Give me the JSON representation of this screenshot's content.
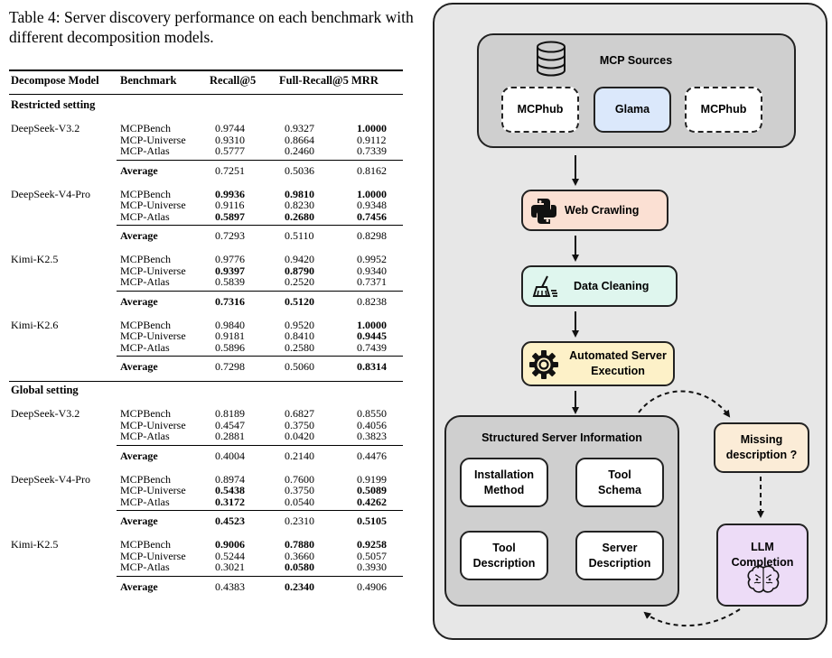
{
  "caption": "Table 4: Server discovery performance on each benchmark with different decomposition models.",
  "table": {
    "headers": [
      "Decompose Model",
      "Benchmark",
      "Recall@5",
      "Full-Recall@5",
      "MRR"
    ],
    "sections": [
      {
        "label": "Restricted setting",
        "groups": [
          {
            "model": "DeepSeek-V3.2",
            "rows": [
              [
                "MCPBench",
                "0.9744",
                "0.9327",
                "1.0000"
              ],
              [
                "MCP-Universe",
                "0.9310",
                "0.8664",
                "0.9112"
              ],
              [
                "MCP-Atlas",
                "0.5777",
                "0.2460",
                "0.7339"
              ]
            ],
            "average": [
              "Average",
              "0.7251",
              "0.5036",
              "0.8162"
            ]
          },
          {
            "model": "DeepSeek-V4-Pro",
            "rows": [
              [
                "MCPBench",
                "0.9936",
                "0.9810",
                "1.0000"
              ],
              [
                "MCP-Universe",
                "0.9116",
                "0.8230",
                "0.9348"
              ],
              [
                "MCP-Atlas",
                "0.5897",
                "0.2680",
                "0.7456"
              ]
            ],
            "average": [
              "Average",
              "0.7293",
              "0.5110",
              "0.8298"
            ]
          },
          {
            "model": "Kimi-K2.5",
            "rows": [
              [
                "MCPBench",
                "0.9776",
                "0.9420",
                "0.9952"
              ],
              [
                "MCP-Universe",
                "0.9397",
                "0.8790",
                "0.9340"
              ],
              [
                "MCP-Atlas",
                "0.5839",
                "0.2520",
                "0.7371"
              ]
            ],
            "average": [
              "Average",
              "0.7316",
              "0.5120",
              "0.8238"
            ]
          },
          {
            "model": "Kimi-K2.6",
            "rows": [
              [
                "MCPBench",
                "0.9840",
                "0.9520",
                "1.0000"
              ],
              [
                "MCP-Universe",
                "0.9181",
                "0.8410",
                "0.9445"
              ],
              [
                "MCP-Atlas",
                "0.5896",
                "0.2580",
                "0.7439"
              ]
            ],
            "average": [
              "Average",
              "0.7298",
              "0.5060",
              "0.8314"
            ]
          }
        ]
      },
      {
        "label": "Global setting",
        "groups": [
          {
            "model": "DeepSeek-V3.2",
            "rows": [
              [
                "MCPBench",
                "0.8189",
                "0.6827",
                "0.8550"
              ],
              [
                "MCP-Universe",
                "0.4547",
                "0.3750",
                "0.4056"
              ],
              [
                "MCP-Atlas",
                "0.2881",
                "0.0420",
                "0.3823"
              ]
            ],
            "average": [
              "Average",
              "0.4004",
              "0.2140",
              "0.4476"
            ]
          },
          {
            "model": "DeepSeek-V4-Pro",
            "rows": [
              [
                "MCPBench",
                "0.8974",
                "0.7600",
                "0.9199"
              ],
              [
                "MCP-Universe",
                "0.5438",
                "0.3750",
                "0.5089"
              ],
              [
                "MCP-Atlas",
                "0.3172",
                "0.0540",
                "0.4262"
              ]
            ],
            "average": [
              "Average",
              "0.4523",
              "0.2310",
              "0.5105"
            ]
          },
          {
            "model": "Kimi-K2.5",
            "rows": [
              [
                "MCPBench",
                "0.9006",
                "0.7880",
                "0.9258"
              ],
              [
                "MCP-Universe",
                "0.5244",
                "0.3660",
                "0.5057"
              ],
              [
                "MCP-Atlas",
                "0.3021",
                "0.0580",
                "0.3930"
              ]
            ],
            "average": [
              "Average",
              "0.4383",
              "0.2340",
              "0.4906"
            ]
          }
        ]
      }
    ]
  },
  "diagram": {
    "mcp_sources": "MCP Sources",
    "source_left": "MCPhub",
    "source_mid": "Glama",
    "source_right": "MCPhub",
    "web_crawling": "Web Crawling",
    "data_cleaning": "Data Cleaning",
    "exec_line1": "Automated Server",
    "exec_line2": "Execution",
    "structured_title": "Structured Server Information",
    "install_line1": "Installation",
    "install_line2": "Method",
    "schema_line1": "Tool",
    "schema_line2": "Schema",
    "tooldesc_line1": "Tool",
    "tooldesc_line2": "Description",
    "serverdesc_line1": "Server",
    "serverdesc_line2": "Description",
    "missing_line1": "Missing",
    "missing_line2": "description ?",
    "llm_line1": "LLM",
    "llm_line2": "Completion",
    "colors": {
      "panel": "#e7e7e7",
      "group": "#cfcfcf",
      "glama": "#dbe8fb",
      "crawl": "#fbe0d3",
      "clean": "#dff6ee",
      "exec": "#fdf1c8",
      "missing": "#fbecd7",
      "llm": "#eddcf7",
      "white": "#ffffff"
    }
  }
}
